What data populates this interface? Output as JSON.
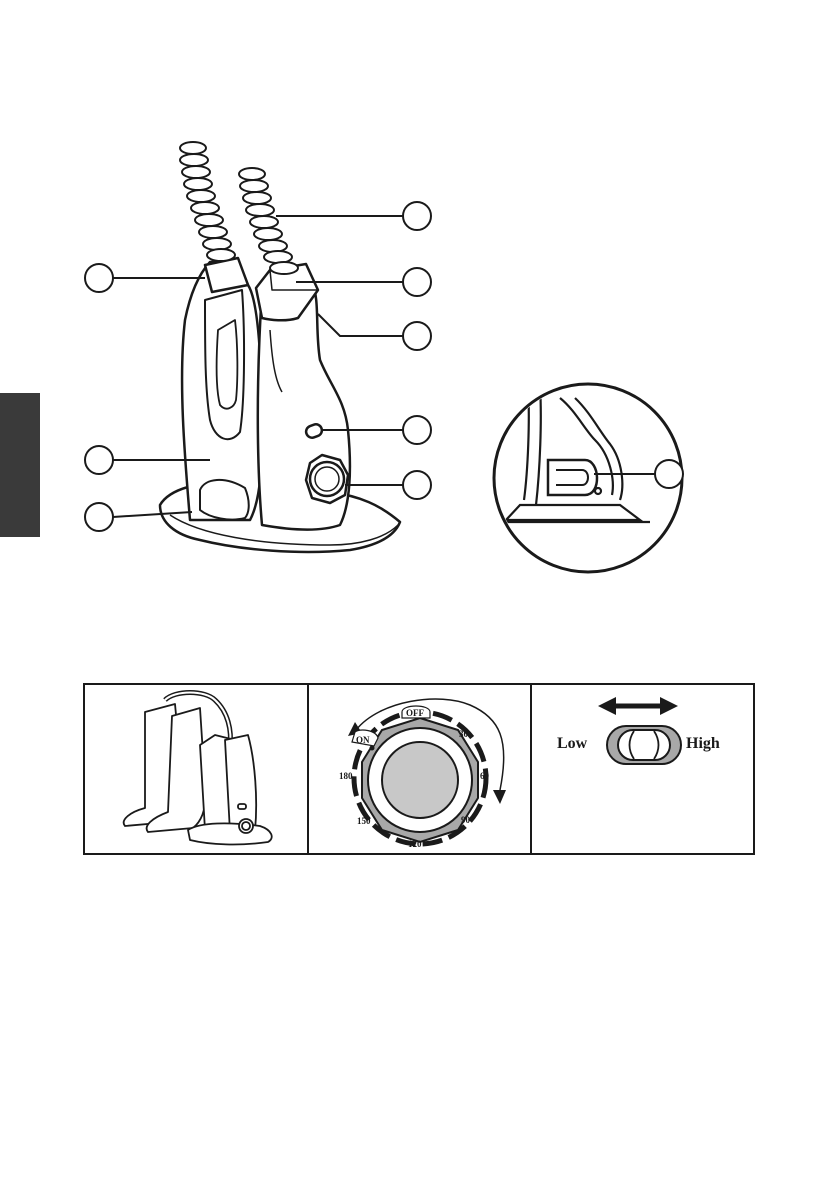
{
  "page": {
    "side_tab_color": "#3a3a3a",
    "line_color": "#1a1a1a"
  },
  "callouts": {
    "count_main": 8,
    "count_detail": 1,
    "style": "empty circle markers with leader lines"
  },
  "timer_dial": {
    "marks": [
      "OFF",
      "ON",
      "30",
      "60",
      "90",
      "120",
      "150",
      "180"
    ],
    "knob_fill": "#c8c8c8",
    "ring_fill": "#a8a8a8"
  },
  "switch_panel": {
    "low_label": "Low",
    "high_label": "High"
  }
}
